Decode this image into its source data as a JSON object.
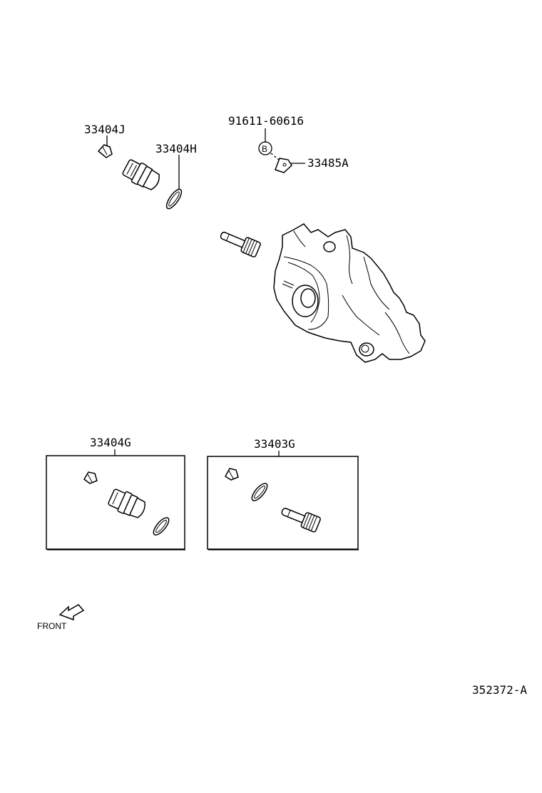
{
  "labels": {
    "part_33404J": "33404J",
    "part_33404H": "33404H",
    "part_91611": "91611-60616",
    "marker_B": "B",
    "part_33485A": "33485A",
    "kit_33404G": "33404G",
    "kit_33403G": "33403G",
    "front": "FRONT",
    "figure_id": "352372-A"
  }
}
